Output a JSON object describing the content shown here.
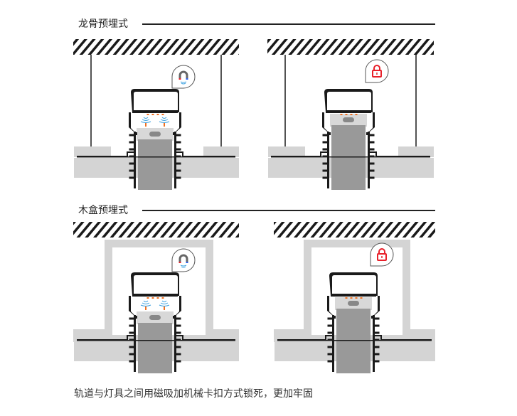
{
  "sections": [
    {
      "title": "龙骨预埋式",
      "type": "keel",
      "panels": [
        {
          "state": "magnet"
        },
        {
          "state": "lock"
        }
      ]
    },
    {
      "title": "木盒预埋式",
      "type": "woodbox",
      "panels": [
        {
          "state": "magnet"
        },
        {
          "state": "lock"
        }
      ]
    }
  ],
  "caption": "轨道与灯具之间用磁吸加机械卡扣方式锁死，更加牢固",
  "colors": {
    "line": "#1a1a1a",
    "board": "#d4d4d4",
    "fixture": "#999999",
    "fixture_head": "#d8d8d8",
    "lock": "#e8202a",
    "magnet_red": "#e8202a",
    "magnet_blue": "#2a5ce8",
    "wave": "#3aa0e0",
    "led": "#f07020"
  }
}
